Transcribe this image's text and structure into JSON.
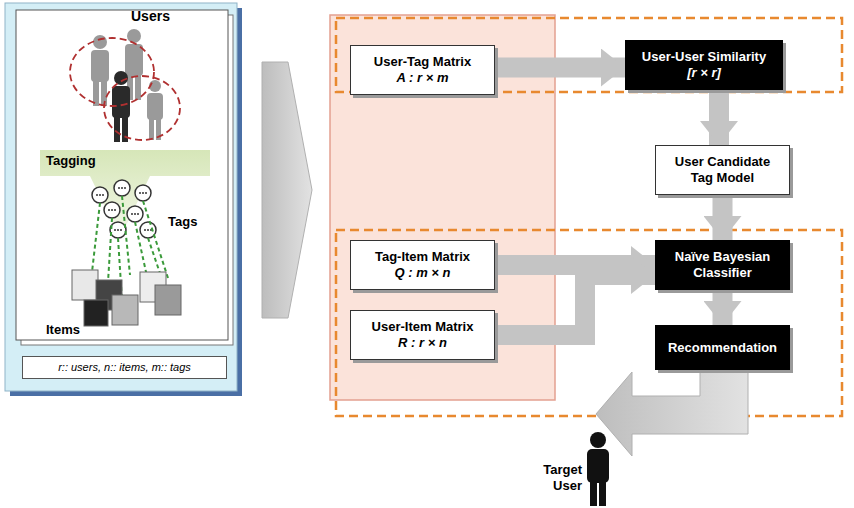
{
  "diagram": {
    "nodes": [
      {
        "text": [
          "r:: users, n:: items, m:: tags"
        ]
      },
      {
        "text": [
          "User-Tag Matrix",
          "A : r × m"
        ]
      },
      {
        "text": [
          "Tag-Item Matrix",
          "Q : m × n"
        ]
      },
      {
        "text": [
          "User-Item Matrix",
          "R : r × n"
        ]
      },
      {
        "text": [
          "User-User Similarity",
          "[r × r]"
        ]
      },
      {
        "text": [
          "User Candidate Tag Model"
        ]
      },
      {
        "text": [
          "Naïve Bayesian Classifier"
        ]
      },
      {
        "text": [
          "Recommendation"
        ]
      }
    ],
    "edges": [
      {
        "from": 1,
        "to": 4,
        "arrow": "to"
      },
      {
        "from": 4,
        "to": 5,
        "arrow": "to"
      },
      {
        "from": 5,
        "to": 6,
        "arrow": "to"
      },
      {
        "from": 2,
        "to": 6,
        "arrow": "to"
      },
      {
        "from": 3,
        "to": 6,
        "arrow": "to"
      },
      {
        "from": 6,
        "to": 7,
        "arrow": "to"
      }
    ],
    "labels": [
      "Users",
      "Tagging",
      "Tags",
      "Items",
      "Target User"
    ]
  }
}
